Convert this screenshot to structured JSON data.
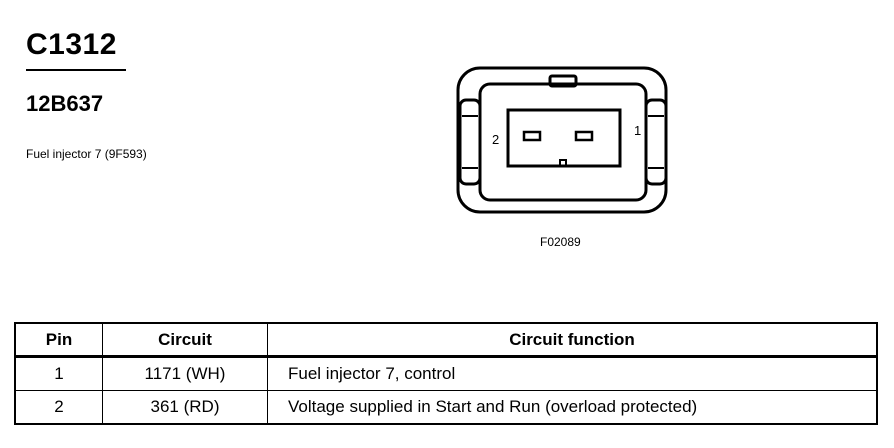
{
  "connector": {
    "id": "C1312",
    "part_number": "12B637",
    "description": "Fuel injector 7 (9F593)"
  },
  "diagram": {
    "pin_left_label": "2",
    "pin_right_label": "1",
    "figure_code": "F02089"
  },
  "table": {
    "headers": [
      "Pin",
      "Circuit",
      "Circuit function"
    ],
    "rows": [
      {
        "pin": "1",
        "circuit": "1171 (WH)",
        "function": "Fuel injector 7, control"
      },
      {
        "pin": "2",
        "circuit": "361 (RD)",
        "function": "Voltage supplied in Start and Run (overload protected)"
      }
    ]
  }
}
